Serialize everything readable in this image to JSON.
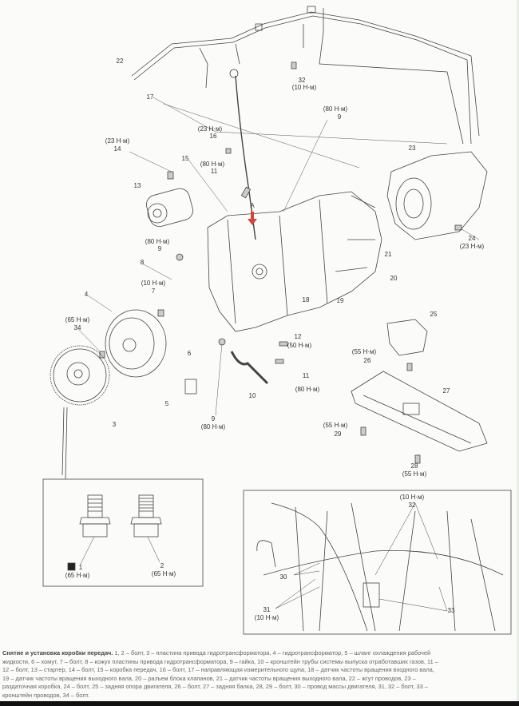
{
  "figure": {
    "labels": [
      "22",
      "32",
      "(10 Н·м)",
      "17",
      "(80 Н·м)",
      "9",
      "(23 Н·м)",
      "16",
      "(23 Н·м)",
      "14",
      "23",
      "(80 Н·м)",
      "11",
      "15",
      "13",
      "А",
      "(80 Н·м)",
      "9",
      "8",
      "(10 Н·м)",
      "7",
      "21",
      "24",
      "(23 Н·м)",
      "4",
      "20",
      "18",
      "19",
      "25",
      "(65 Н·м)",
      "34",
      "12",
      "(50 Н·м)",
      "(55 Н·м)",
      "26",
      "6",
      "11",
      "(80 Н·м)",
      "27",
      "10",
      "5",
      "3",
      "9",
      "(80 Н·м)",
      "(55 Н·м)",
      "29",
      "28",
      "(55 Н·м)"
    ],
    "inset_bolts": {
      "labels": [
        "1",
        "(65 Н·м)",
        "2",
        "(65 Н·м)"
      ]
    },
    "inset_engine": {
      "labels": [
        "(10 Н·м)",
        "32",
        "30",
        "31",
        "(10 Н·м)",
        "33"
      ]
    },
    "arrow_color": "#d9413a"
  },
  "caption": {
    "title": "Снятие и установка коробки передач.",
    "lines": [
      " 1, 2 – болт, 3 – пластина привода гидротрансформатора, 4 – гидротрансформатор, 5 – шланг охлаждения рабочей",
      "жидкости, 6 – хомут, 7 – болт, 8 – кожух пластины привода гидротрансформатора, 9 – гайка, 10 – кронштейн трубы системы выпуска отработавших газов, 11 –",
      "12 – болт, 13 – стартер, 14 – болт, 15 – коробка передач, 16 – болт, 17 – направляющая измерительного щупа, 18 – датчик частоты вращения входного вала,",
      "19 – датчик частоты вращения выходного вала, 20 – разъем блока клапанов, 21 – датчик частоты вращения выходного вала, 22 – жгут проводов, 23 –",
      "раздаточная коробка, 24 – болт, 25 – задняя опора двигателя, 26 – болт, 27 – задняя балка, 28, 29 – болт, 30 – провод массы двигателя, 31, 32 – болт, 33 –",
      "кронштейн проводов, 34 – болт."
    ]
  }
}
